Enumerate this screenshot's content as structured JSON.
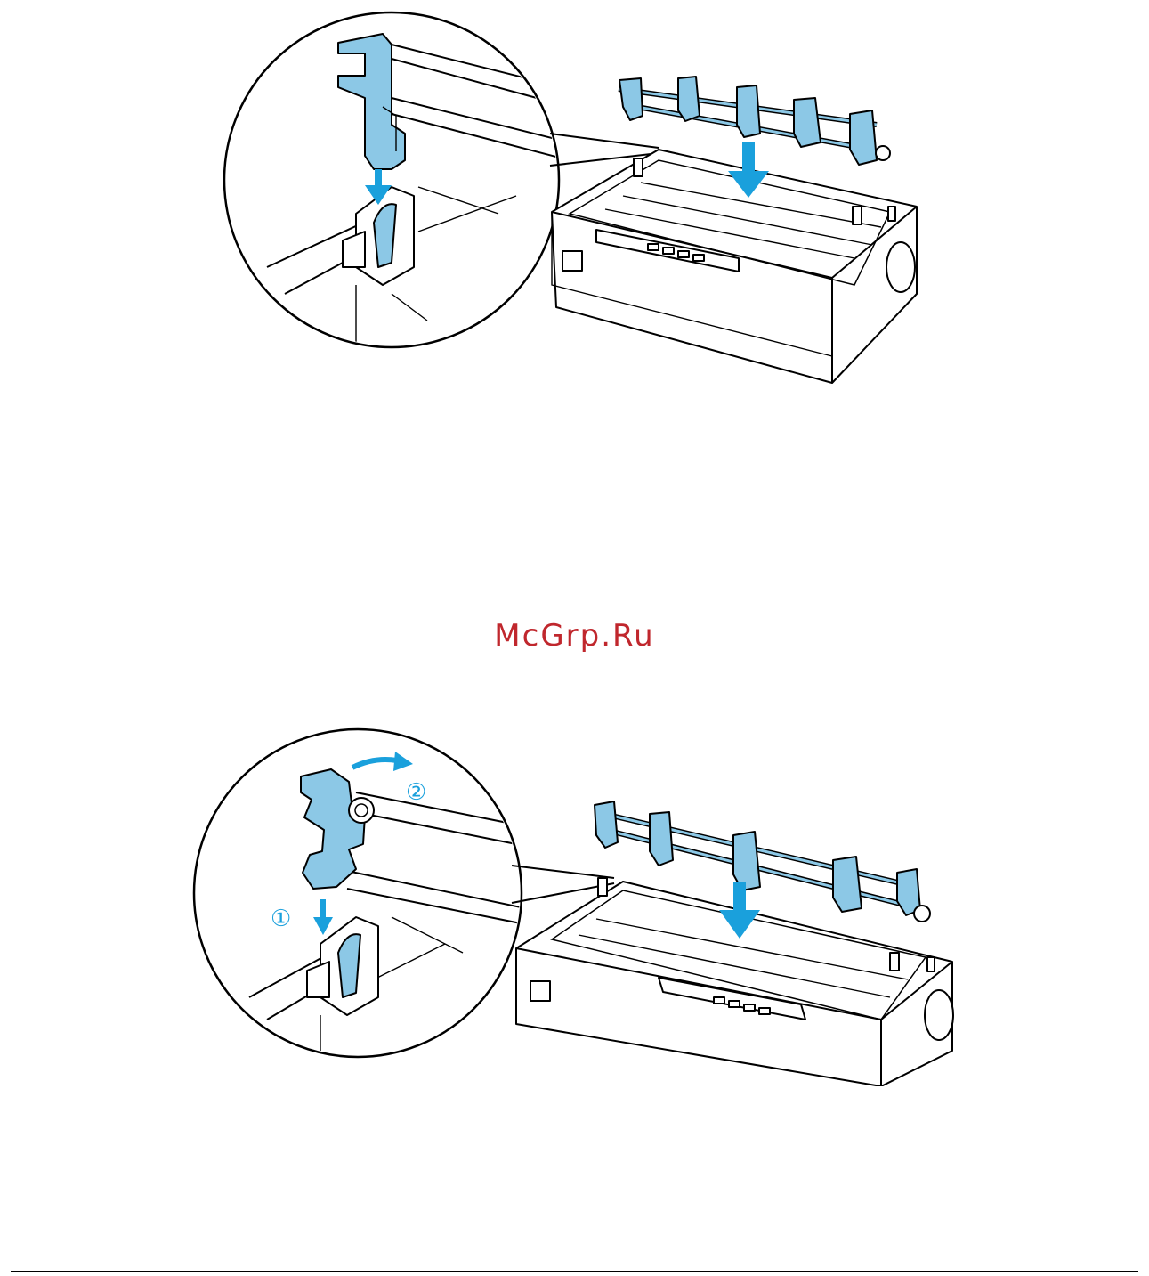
{
  "page": {
    "watermark": "McGrp.Ru"
  },
  "figures": [
    {
      "id": "top",
      "description_labels": []
    },
    {
      "id": "bottom",
      "step_labels": [
        "①",
        "②"
      ]
    }
  ],
  "colors": {
    "part_blue": "#8cc8e6",
    "arrow_blue": "#1aa0dc",
    "watermark_red": "#c0272d"
  },
  "icons": [
    "down-arrow-icon",
    "curved-arrow-icon"
  ]
}
